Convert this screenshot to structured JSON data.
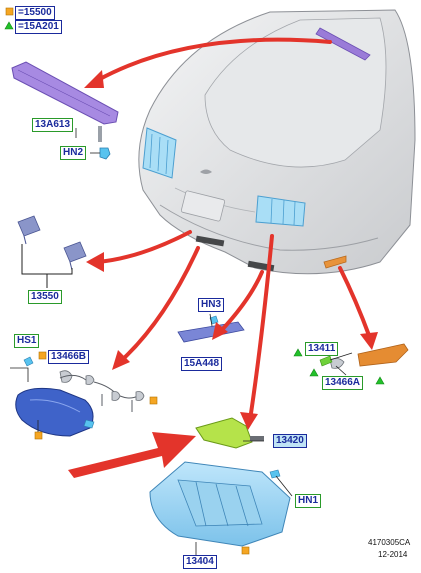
{
  "legend": {
    "square_code": "=15500",
    "triangle_code": "=15A201"
  },
  "callouts": {
    "c13a613": "13A613",
    "chn2": "HN2",
    "c13550": "13550",
    "chn3": "HN3",
    "c15a448": "15A448",
    "chs1": "HS1",
    "c13466b": "13466B",
    "c13411": "13411",
    "c13466a": "13466A",
    "c13420": "13420",
    "chn1": "HN1",
    "c13404": "13404"
  },
  "footer": {
    "diagram_id": "4170305CA",
    "date": "12-2014"
  },
  "colors": {
    "arrow_red": "#e3342b",
    "callout_blue": "#1a2a9c",
    "callout_green": "#2a9a2a",
    "marker_orange": "#f5a623",
    "marker_green": "#22c02a",
    "brake_lamp_purple": "#9a7bd8",
    "tail_lamp_blue": "#8fd3f0",
    "side_marker_orange": "#e8933a",
    "housing_navy": "#3354b8",
    "lens_green": "#b5e34a"
  }
}
